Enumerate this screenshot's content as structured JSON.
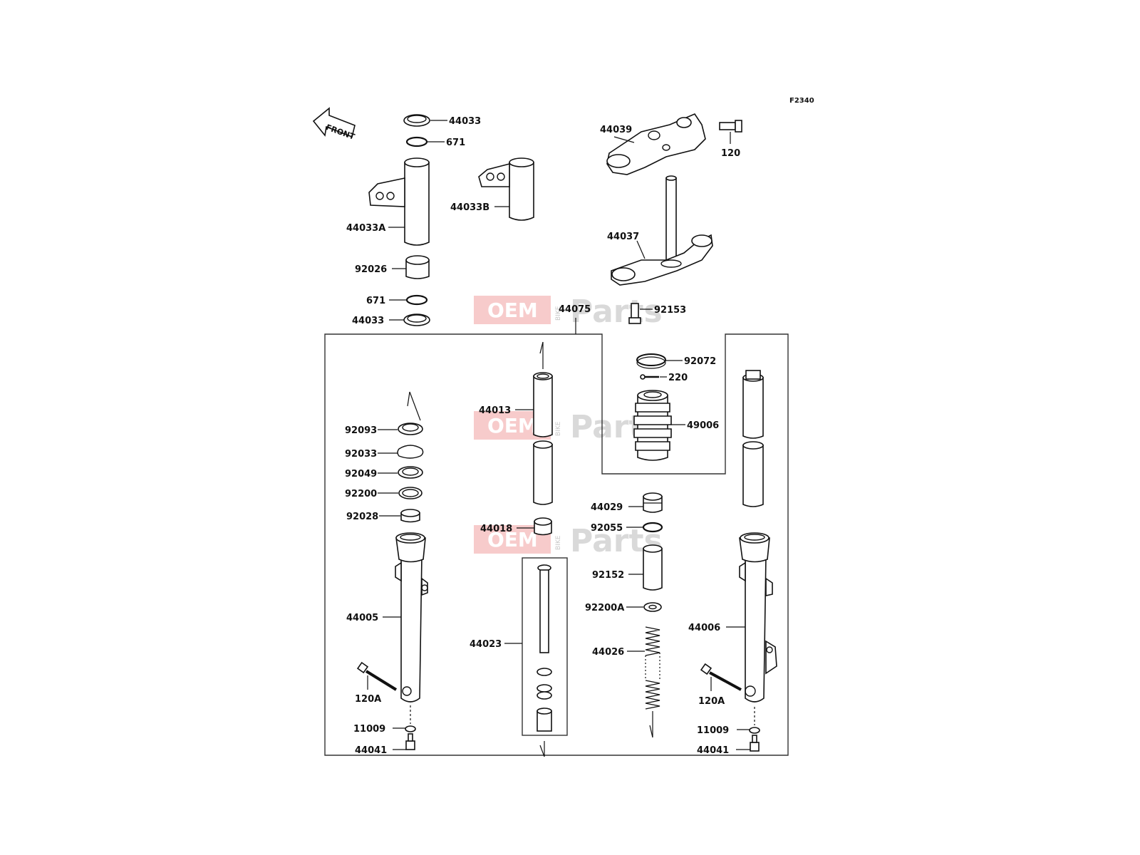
{
  "figure_code": "F2340",
  "front_label": "FRONT",
  "watermark": {
    "oem": "OEM",
    "bike": "BIKE",
    "parts": "Parts"
  },
  "labels": {
    "p44033_top": "44033",
    "p671_top": "671",
    "p44033A": "44033A",
    "p44033B": "44033B",
    "p92026": "92026",
    "p671_bottom": "671",
    "p44033_bottom": "44033",
    "p44039": "44039",
    "p120": "120",
    "p44037": "44037",
    "p92153": "92153",
    "p44075": "44075",
    "p92072": "92072",
    "p220": "220",
    "p49006": "49006",
    "p44013": "44013",
    "p92093": "92093",
    "p92033": "92033",
    "p92049": "92049",
    "p92200": "92200",
    "p92028": "92028",
    "p44029": "44029",
    "p92055": "92055",
    "p44018": "44018",
    "p92152": "92152",
    "p92200A": "92200A",
    "p44005": "44005",
    "p44023": "44023",
    "p44026": "44026",
    "p44006": "44006",
    "p120A_left": "120A",
    "p120A_right": "120A",
    "p11009_left": "11009",
    "p11009_right": "11009",
    "p44041_left": "44041",
    "p44041_right": "44041"
  }
}
